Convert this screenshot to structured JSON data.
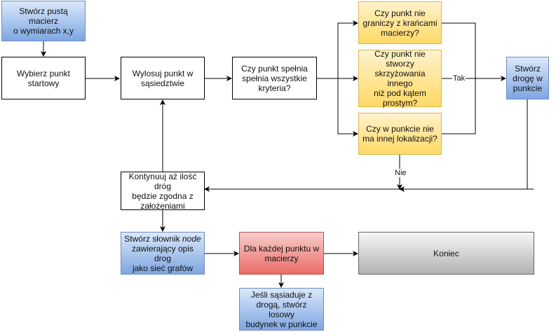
{
  "nodes": {
    "create_matrix": {
      "lines": [
        "Stwórz pustą macierz",
        "o wymiarach x,y"
      ]
    },
    "choose_start": {
      "lines": [
        "Wybierz punkt",
        "startowy"
      ]
    },
    "draw_point": {
      "lines": [
        "Wylosuj punkt w",
        "sąsiedztwie"
      ]
    },
    "check_criteria": {
      "lines": [
        "Czy punkt spełnia",
        "spełnia wszystkie",
        "kryteria?"
      ]
    },
    "q_border": {
      "lines": [
        "Czy punkt nie",
        "graniczy z krańcami",
        "macierzy?"
      ]
    },
    "q_intersection": {
      "lines": [
        "Czy punkt nie",
        "stworzy",
        "skrzyżowania innego",
        "niż pod kątem",
        "prostym?"
      ]
    },
    "q_location": {
      "lines": [
        "Czy w punkcie nie",
        "ma innej lokalizacji?"
      ]
    },
    "create_road": {
      "lines": [
        "Stwórz",
        "drogę w",
        "punkcie"
      ]
    },
    "continue": {
      "lines": [
        "Kontynuuj aż ilość dróg",
        "będzie zgodna z",
        "założeniami"
      ]
    },
    "node_dict": {
      "line1_plain": "Stwórz słownik ",
      "line1_italic": "node",
      "lines_rest": [
        "zawierający opis drog",
        "jako sieć grafów"
      ]
    },
    "for_each": {
      "lines": [
        "Dla każdej punktu w",
        "macierzy"
      ]
    },
    "end": {
      "lines": [
        "Koniec"
      ]
    },
    "building": {
      "lines": [
        "Jeśli sąsiaduje z",
        "drogą, stwórz losowy",
        "budynek w punkcie"
      ]
    }
  },
  "edge_labels": {
    "yes": "Tak",
    "no": "Nie"
  }
}
